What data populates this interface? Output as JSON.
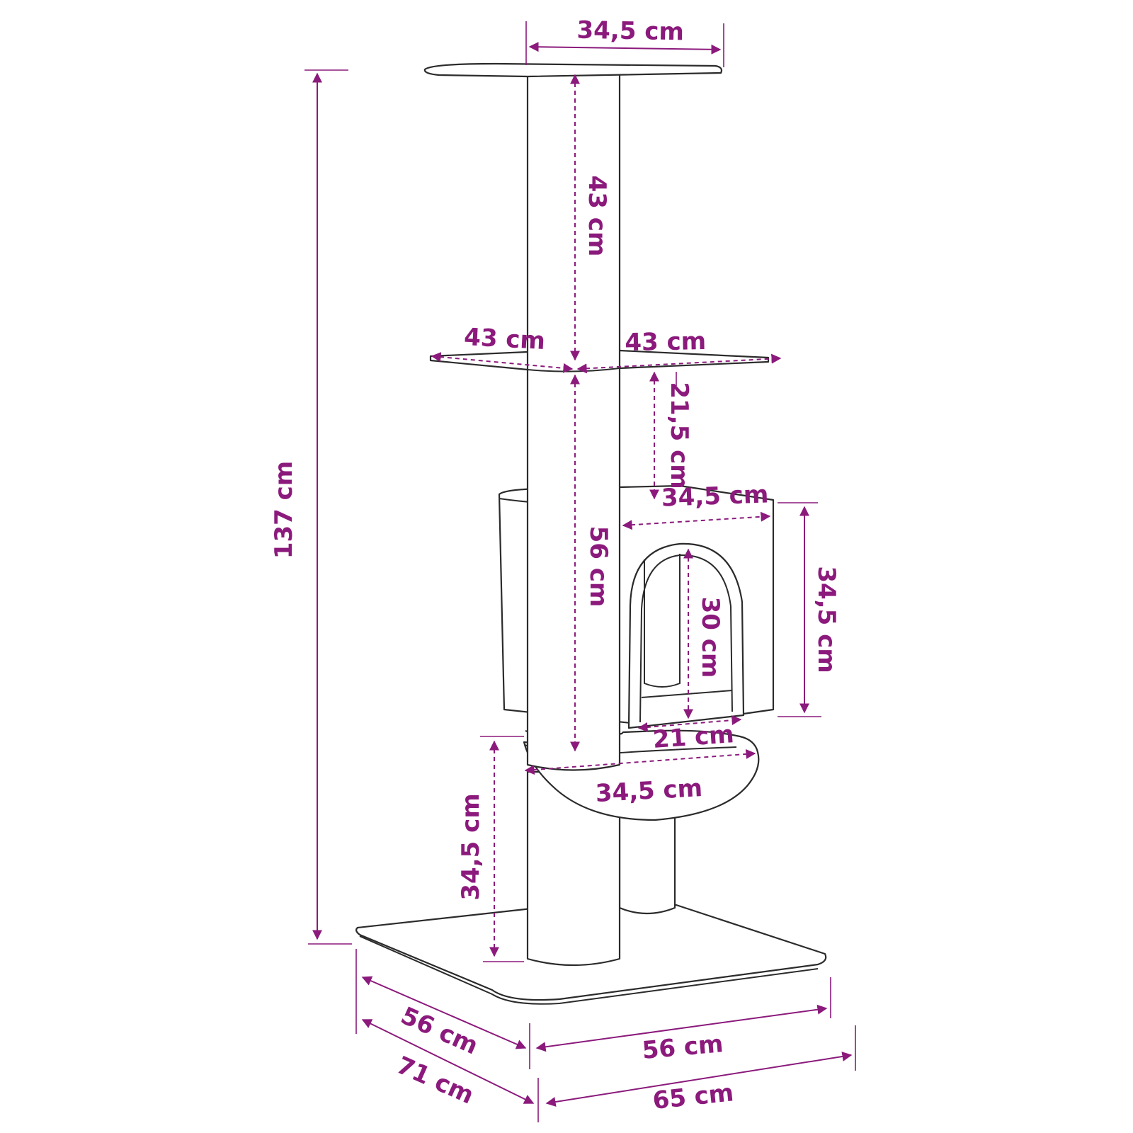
{
  "accent_color": "#8b1a7c",
  "outline_color": "#2b2b2b",
  "dimensions": {
    "top_platform_width": "34,5 cm",
    "upper_post_height": "43 cm",
    "total_height": "137 cm",
    "middle_platform_left": "43 cm",
    "middle_platform_right": "43 cm",
    "middle_to_condo_gap": "21,5 cm",
    "condo_width": "34,5 cm",
    "main_post_height": "56 cm",
    "condo_height": "34,5 cm",
    "condo_opening_height": "30 cm",
    "condo_opening_width": "21 cm",
    "basket_width": "34,5 cm",
    "basket_height": "34,5 cm",
    "base_depth": "56 cm",
    "base_width": "56 cm",
    "overall_depth": "71 cm",
    "overall_width": "65 cm"
  }
}
